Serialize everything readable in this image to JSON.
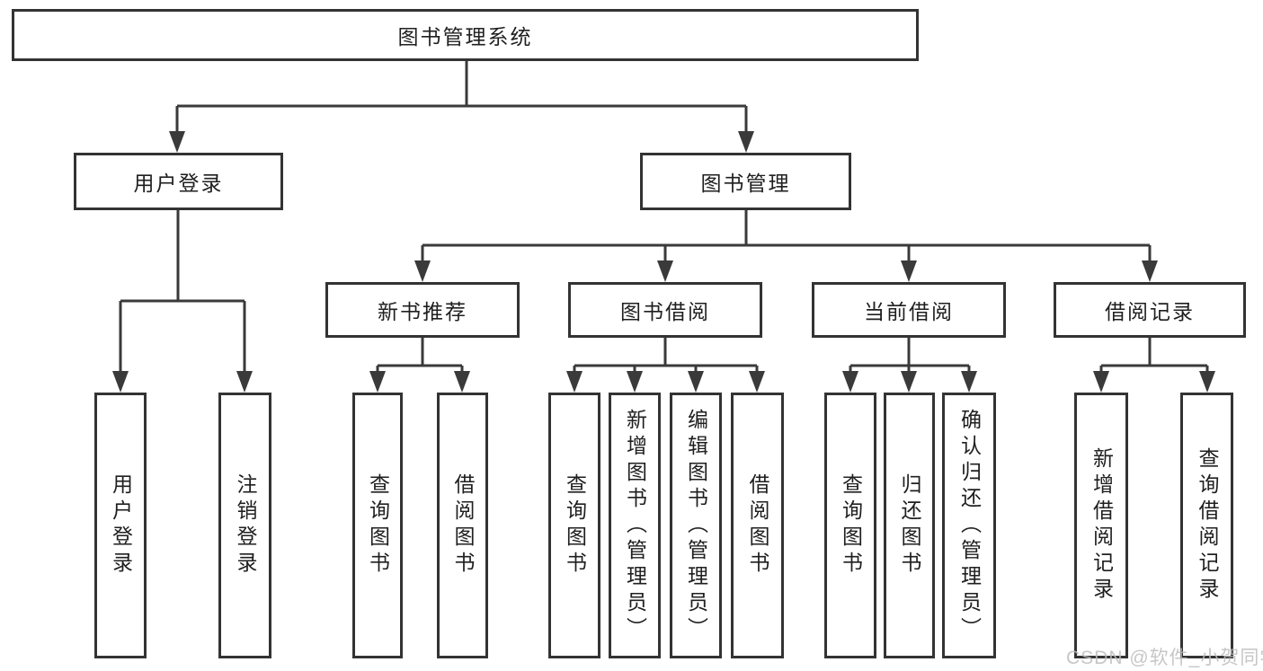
{
  "diagram": {
    "root": {
      "label": "图书管理系统"
    },
    "level2": [
      {
        "label": "用户登录"
      },
      {
        "label": "图书管理"
      }
    ],
    "level3": [
      {
        "label": "新书推荐",
        "parent": "图书管理"
      },
      {
        "label": "图书借阅",
        "parent": "图书管理"
      },
      {
        "label": "当前借阅",
        "parent": "图书管理"
      },
      {
        "label": "借阅记录",
        "parent": "图书管理"
      }
    ],
    "leaves": [
      {
        "label": "用户登录",
        "parent": "用户登录"
      },
      {
        "label": "注销登录",
        "parent": "用户登录"
      },
      {
        "label": "查询图书",
        "parent": "新书推荐"
      },
      {
        "label": "借阅图书",
        "parent": "新书推荐"
      },
      {
        "label": "查询图书",
        "parent": "图书借阅"
      },
      {
        "label": "新增图书（管理员）",
        "parent": "图书借阅"
      },
      {
        "label": "编辑图书（管理员）",
        "parent": "图书借阅"
      },
      {
        "label": "借阅图书",
        "parent": "图书借阅"
      },
      {
        "label": "查询图书",
        "parent": "当前借阅"
      },
      {
        "label": "归还图书",
        "parent": "当前借阅"
      },
      {
        "label": "确认归还（管理员）",
        "parent": "当前借阅"
      },
      {
        "label": "新增借阅记录",
        "parent": "借阅记录"
      },
      {
        "label": "查询借阅记录",
        "parent": "借阅记录"
      }
    ],
    "watermark": "CSDN @软件_小贺同学",
    "colors": {
      "line": "#3a3a3a",
      "box_border": "#333333",
      "text": "#1f1f1f",
      "background": "#ffffff",
      "watermark": "#bdbdbd"
    }
  }
}
